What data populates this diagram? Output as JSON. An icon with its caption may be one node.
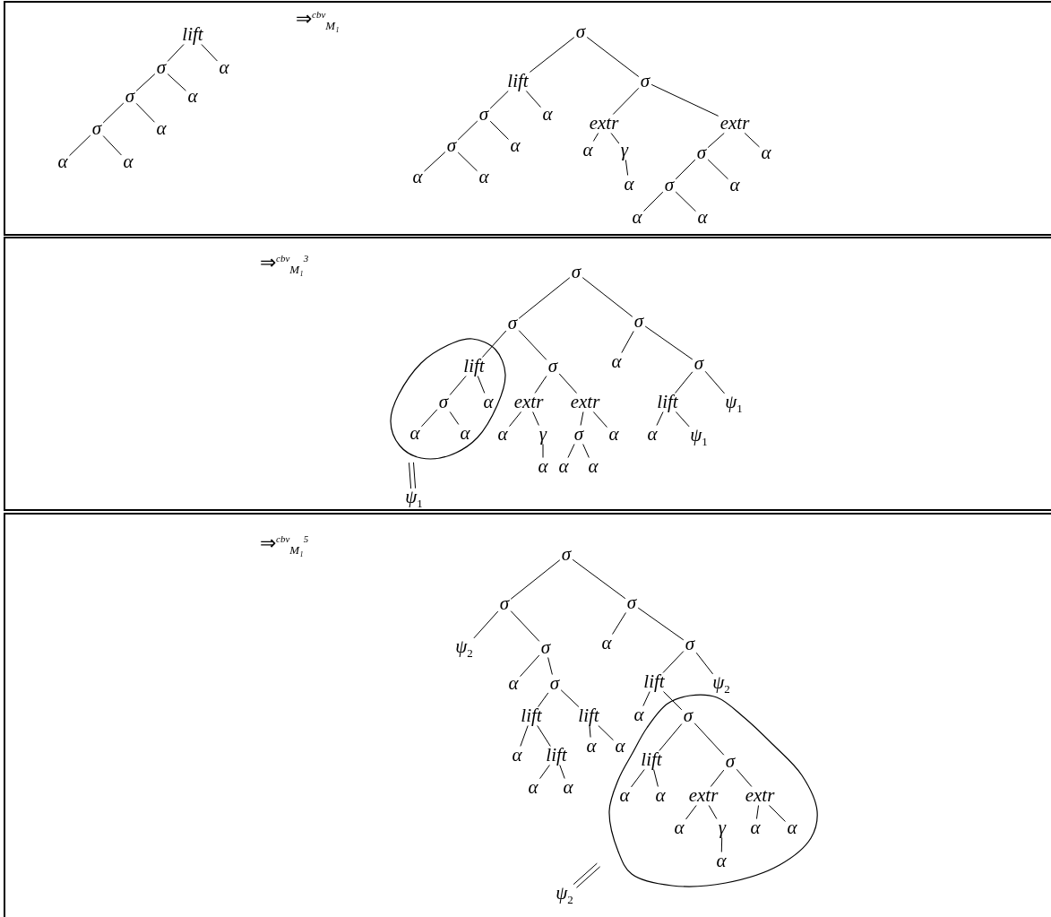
{
  "diagram": {
    "nodes": [
      {
        "text": [],
        "shape": "box"
      },
      {
        "text": [
          "lift"
        ],
        "in": 0
      },
      {
        "text": [
          "σ"
        ],
        "in": 0
      },
      {
        "text": [
          "α"
        ],
        "in": 0
      },
      {
        "text": [
          "σ"
        ],
        "in": 0
      },
      {
        "text": [
          "α"
        ],
        "in": 0
      },
      {
        "text": [
          "σ"
        ],
        "in": 0
      },
      {
        "text": [
          "α"
        ],
        "in": 0
      },
      {
        "text": [
          "α"
        ],
        "in": 0
      },
      {
        "text": [
          "α"
        ],
        "in": 0
      },
      {
        "text": [
          "σ"
        ],
        "in": 0
      },
      {
        "text": [
          "lift"
        ],
        "in": 0
      },
      {
        "text": [
          "σ"
        ],
        "in": 0
      },
      {
        "text": [
          "σ"
        ],
        "in": 0
      },
      {
        "text": [
          "α"
        ],
        "in": 0
      },
      {
        "text": [
          "σ"
        ],
        "in": 0
      },
      {
        "text": [
          "α"
        ],
        "in": 0
      },
      {
        "text": [
          "α"
        ],
        "in": 0
      },
      {
        "text": [
          "α"
        ],
        "in": 0
      },
      {
        "text": [
          "extr"
        ],
        "in": 0
      },
      {
        "text": [
          "extr"
        ],
        "in": 0
      },
      {
        "text": [
          "α"
        ],
        "in": 0
      },
      {
        "text": [
          "γ"
        ],
        "in": 0
      },
      {
        "text": [
          "α"
        ],
        "in": 0
      },
      {
        "text": [
          "σ"
        ],
        "in": 0
      },
      {
        "text": [
          "α"
        ],
        "in": 0
      },
      {
        "text": [
          "σ"
        ],
        "in": 0
      },
      {
        "text": [
          "α"
        ],
        "in": 0
      },
      {
        "text": [
          "α"
        ],
        "in": 0
      },
      {
        "text": [
          "α"
        ],
        "in": 0
      },
      {
        "text": [],
        "shape": "box"
      },
      {
        "text": [],
        "shape": "circle",
        "in": 30
      },
      {
        "text": [
          "σ"
        ],
        "in": 30
      },
      {
        "text": [
          "σ"
        ],
        "in": 30
      },
      {
        "text": [
          "σ"
        ],
        "in": 30
      },
      {
        "text": [
          "lift"
        ],
        "in": 31
      },
      {
        "text": [
          "σ"
        ],
        "in": 30
      },
      {
        "text": [
          "α"
        ],
        "in": 30
      },
      {
        "text": [
          "σ"
        ],
        "in": 30
      },
      {
        "text": [
          "σ"
        ],
        "in": 31
      },
      {
        "text": [
          "α"
        ],
        "in": 31
      },
      {
        "text": [
          "α"
        ],
        "in": 31
      },
      {
        "text": [
          "α"
        ],
        "in": 31
      },
      {
        "text": [
          "extr"
        ],
        "in": 30
      },
      {
        "text": [
          "extr"
        ],
        "in": 30
      },
      {
        "text": [
          "α"
        ],
        "in": 30
      },
      {
        "text": [
          "γ"
        ],
        "in": 30
      },
      {
        "text": [
          "α"
        ],
        "in": 30
      },
      {
        "text": [
          "σ"
        ],
        "in": 30
      },
      {
        "text": [
          "α"
        ],
        "in": 30
      },
      {
        "text": [
          "α"
        ],
        "in": 30
      },
      {
        "text": [
          "α"
        ],
        "in": 30
      },
      {
        "text": [
          "lift"
        ],
        "in": 30
      },
      {
        "text": [
          "ψ$_{1}$"
        ],
        "in": 30
      },
      {
        "text": [
          "α"
        ],
        "in": 30
      },
      {
        "text": [
          "ψ$_{1}$"
        ],
        "in": 30
      },
      {
        "text": [
          "ψ$_{1}$"
        ],
        "in": 30
      },
      {
        "text": [],
        "shape": "box"
      },
      {
        "text": [],
        "shape": "cloud",
        "in": 57
      },
      {
        "text": [
          "σ"
        ],
        "in": 57
      },
      {
        "text": [
          "σ"
        ],
        "in": 57
      },
      {
        "text": [
          "σ"
        ],
        "in": 57
      },
      {
        "text": [
          "ψ$_{2}$"
        ],
        "in": 57
      },
      {
        "text": [
          "σ"
        ],
        "in": 57
      },
      {
        "text": [
          "α"
        ],
        "in": 57
      },
      {
        "text": [
          "σ"
        ],
        "in": 57
      },
      {
        "text": [
          "α"
        ],
        "in": 57
      },
      {
        "text": [
          "σ"
        ],
        "in": 57
      },
      {
        "text": [
          "lift"
        ],
        "in": 57
      },
      {
        "text": [
          "ψ$_{2}$"
        ],
        "in": 57
      },
      {
        "text": [
          "lift"
        ],
        "in": 57
      },
      {
        "text": [
          "lift"
        ],
        "in": 57
      },
      {
        "text": [
          "α"
        ],
        "in": 57
      },
      {
        "text": [
          "lift"
        ],
        "in": 57
      },
      {
        "text": [
          "α"
        ],
        "in": 57
      },
      {
        "text": [
          "α"
        ],
        "in": 57
      },
      {
        "text": [
          "α"
        ],
        "in": 57
      },
      {
        "text": [
          "α"
        ],
        "in": 57
      },
      {
        "text": [
          "α"
        ],
        "in": 57
      },
      {
        "text": [
          "σ"
        ],
        "in": 58
      },
      {
        "text": [
          "lift"
        ],
        "in": 58
      },
      {
        "text": [
          "σ"
        ],
        "in": 58
      },
      {
        "text": [
          "α"
        ],
        "in": 58
      },
      {
        "text": [
          "α"
        ],
        "in": 58
      },
      {
        "text": [
          "extr"
        ],
        "in": 58
      },
      {
        "text": [
          "extr"
        ],
        "in": 58
      },
      {
        "text": [
          "α"
        ],
        "in": 58
      },
      {
        "text": [
          "γ"
        ],
        "in": 58
      },
      {
        "text": [
          "α"
        ],
        "in": 58
      },
      {
        "text": [
          "α"
        ],
        "in": 58
      },
      {
        "text": [
          "α"
        ],
        "in": 58
      },
      {
        "text": [
          "ψ$_{2}$"
        ],
        "in": 57
      }
    ],
    "edges": [
      {
        "from": 1,
        "to": 2,
        "arrow": "none"
      },
      {
        "from": 1,
        "to": 3,
        "arrow": "none"
      },
      {
        "from": 2,
        "to": 4,
        "arrow": "none"
      },
      {
        "from": 2,
        "to": 5,
        "arrow": "none"
      },
      {
        "from": 4,
        "to": 6,
        "arrow": "none"
      },
      {
        "from": 4,
        "to": 7,
        "arrow": "none"
      },
      {
        "from": 6,
        "to": 8,
        "arrow": "none"
      },
      {
        "from": 6,
        "to": 9,
        "arrow": "none"
      },
      {
        "from": 10,
        "to": 11,
        "arrow": "none"
      },
      {
        "from": 10,
        "to": 12,
        "arrow": "none"
      },
      {
        "from": 11,
        "to": 13,
        "arrow": "none"
      },
      {
        "from": 11,
        "to": 14,
        "arrow": "none"
      },
      {
        "from": 13,
        "to": 15,
        "arrow": "none"
      },
      {
        "from": 13,
        "to": 16,
        "arrow": "none"
      },
      {
        "from": 15,
        "to": 17,
        "arrow": "none"
      },
      {
        "from": 15,
        "to": 18,
        "arrow": "none"
      },
      {
        "from": 12,
        "to": 19,
        "arrow": "none"
      },
      {
        "from": 12,
        "to": 20,
        "arrow": "none"
      },
      {
        "from": 19,
        "to": 21,
        "arrow": "none"
      },
      {
        "from": 19,
        "to": 22,
        "arrow": "none"
      },
      {
        "from": 22,
        "to": 23,
        "arrow": "none"
      },
      {
        "from": 20,
        "to": 24,
        "arrow": "none"
      },
      {
        "from": 20,
        "to": 25,
        "arrow": "none"
      },
      {
        "from": 24,
        "to": 26,
        "arrow": "none"
      },
      {
        "from": 24,
        "to": 27,
        "arrow": "none"
      },
      {
        "from": 26,
        "to": 28,
        "arrow": "none"
      },
      {
        "from": 26,
        "to": 29,
        "arrow": "none"
      },
      {
        "from": 32,
        "to": 33,
        "arrow": "none"
      },
      {
        "from": 32,
        "to": 34,
        "arrow": "none"
      },
      {
        "from": 33,
        "to": 35,
        "arrow": "none"
      },
      {
        "from": 33,
        "to": 36,
        "arrow": "none"
      },
      {
        "from": 34,
        "to": 37,
        "arrow": "none"
      },
      {
        "from": 34,
        "to": 38,
        "arrow": "none"
      },
      {
        "from": 35,
        "to": 39,
        "arrow": "none"
      },
      {
        "from": 35,
        "to": 40,
        "arrow": "none"
      },
      {
        "from": 39,
        "to": 41,
        "arrow": "none"
      },
      {
        "from": 39,
        "to": 42,
        "arrow": "none"
      },
      {
        "from": 36,
        "to": 43,
        "arrow": "none"
      },
      {
        "from": 36,
        "to": 44,
        "arrow": "none"
      },
      {
        "from": 43,
        "to": 45,
        "arrow": "none"
      },
      {
        "from": 43,
        "to": 46,
        "arrow": "none"
      },
      {
        "from": 46,
        "to": 47,
        "arrow": "none"
      },
      {
        "from": 44,
        "to": 48,
        "arrow": "none"
      },
      {
        "from": 44,
        "to": 49,
        "arrow": "none"
      },
      {
        "from": 48,
        "to": 50,
        "arrow": "none"
      },
      {
        "from": 48,
        "to": 51,
        "arrow": "none"
      },
      {
        "from": 38,
        "to": 52,
        "arrow": "none"
      },
      {
        "from": 38,
        "to": 53,
        "arrow": "none"
      },
      {
        "from": 52,
        "to": 54,
        "arrow": "none"
      },
      {
        "from": 52,
        "to": 55,
        "arrow": "none"
      },
      {
        "from": 31,
        "to": 56,
        "arrow": "none"
      },
      {
        "from": 59,
        "to": 60,
        "arrow": "none"
      },
      {
        "from": 59,
        "to": 61,
        "arrow": "none"
      },
      {
        "from": 60,
        "to": 62,
        "arrow": "none"
      },
      {
        "from": 60,
        "to": 63,
        "arrow": "none"
      },
      {
        "from": 63,
        "to": 66,
        "arrow": "none"
      },
      {
        "from": 63,
        "to": 67,
        "arrow": "none"
      },
      {
        "from": 67,
        "to": 70,
        "arrow": "none"
      },
      {
        "from": 67,
        "to": 71,
        "arrow": "none"
      },
      {
        "from": 70,
        "to": 72,
        "arrow": "none"
      },
      {
        "from": 70,
        "to": 73,
        "arrow": "none"
      },
      {
        "from": 73,
        "to": 74,
        "arrow": "none"
      },
      {
        "from": 73,
        "to": 75,
        "arrow": "none"
      },
      {
        "from": 71,
        "to": 76,
        "arrow": "none"
      },
      {
        "from": 71,
        "to": 77,
        "arrow": "none"
      },
      {
        "from": 61,
        "to": 64,
        "arrow": "none"
      },
      {
        "from": 61,
        "to": 65,
        "arrow": "none"
      },
      {
        "from": 65,
        "to": 68,
        "arrow": "none"
      },
      {
        "from": 65,
        "to": 69,
        "arrow": "none"
      },
      {
        "from": 68,
        "to": 78,
        "arrow": "none"
      },
      {
        "from": 68,
        "to": 79,
        "arrow": "none"
      },
      {
        "from": 79,
        "to": 80,
        "arrow": "none"
      },
      {
        "from": 79,
        "to": 81,
        "arrow": "none"
      },
      {
        "from": 80,
        "to": 82,
        "arrow": "none"
      },
      {
        "from": 80,
        "to": 83,
        "arrow": "none"
      },
      {
        "from": 81,
        "to": 84,
        "arrow": "none"
      },
      {
        "from": 81,
        "to": 85,
        "arrow": "none"
      },
      {
        "from": 84,
        "to": 86,
        "arrow": "none"
      },
      {
        "from": 84,
        "to": 87,
        "arrow": "none"
      },
      {
        "from": 87,
        "to": 88,
        "arrow": "none"
      },
      {
        "from": 85,
        "to": 89,
        "arrow": "none"
      },
      {
        "from": 85,
        "to": 90,
        "arrow": "none"
      },
      {
        "from": 58,
        "to": 91,
        "arrow": "none"
      }
    ],
    "labels": [
      "⇒$^{cbv}$$_{M₁}$",
      "⇒$^{cbv}$$_{M₁}$$^{3}$",
      "⇒$^{cbv}$$_{M₁}$$^{5}$"
    ]
  }
}
